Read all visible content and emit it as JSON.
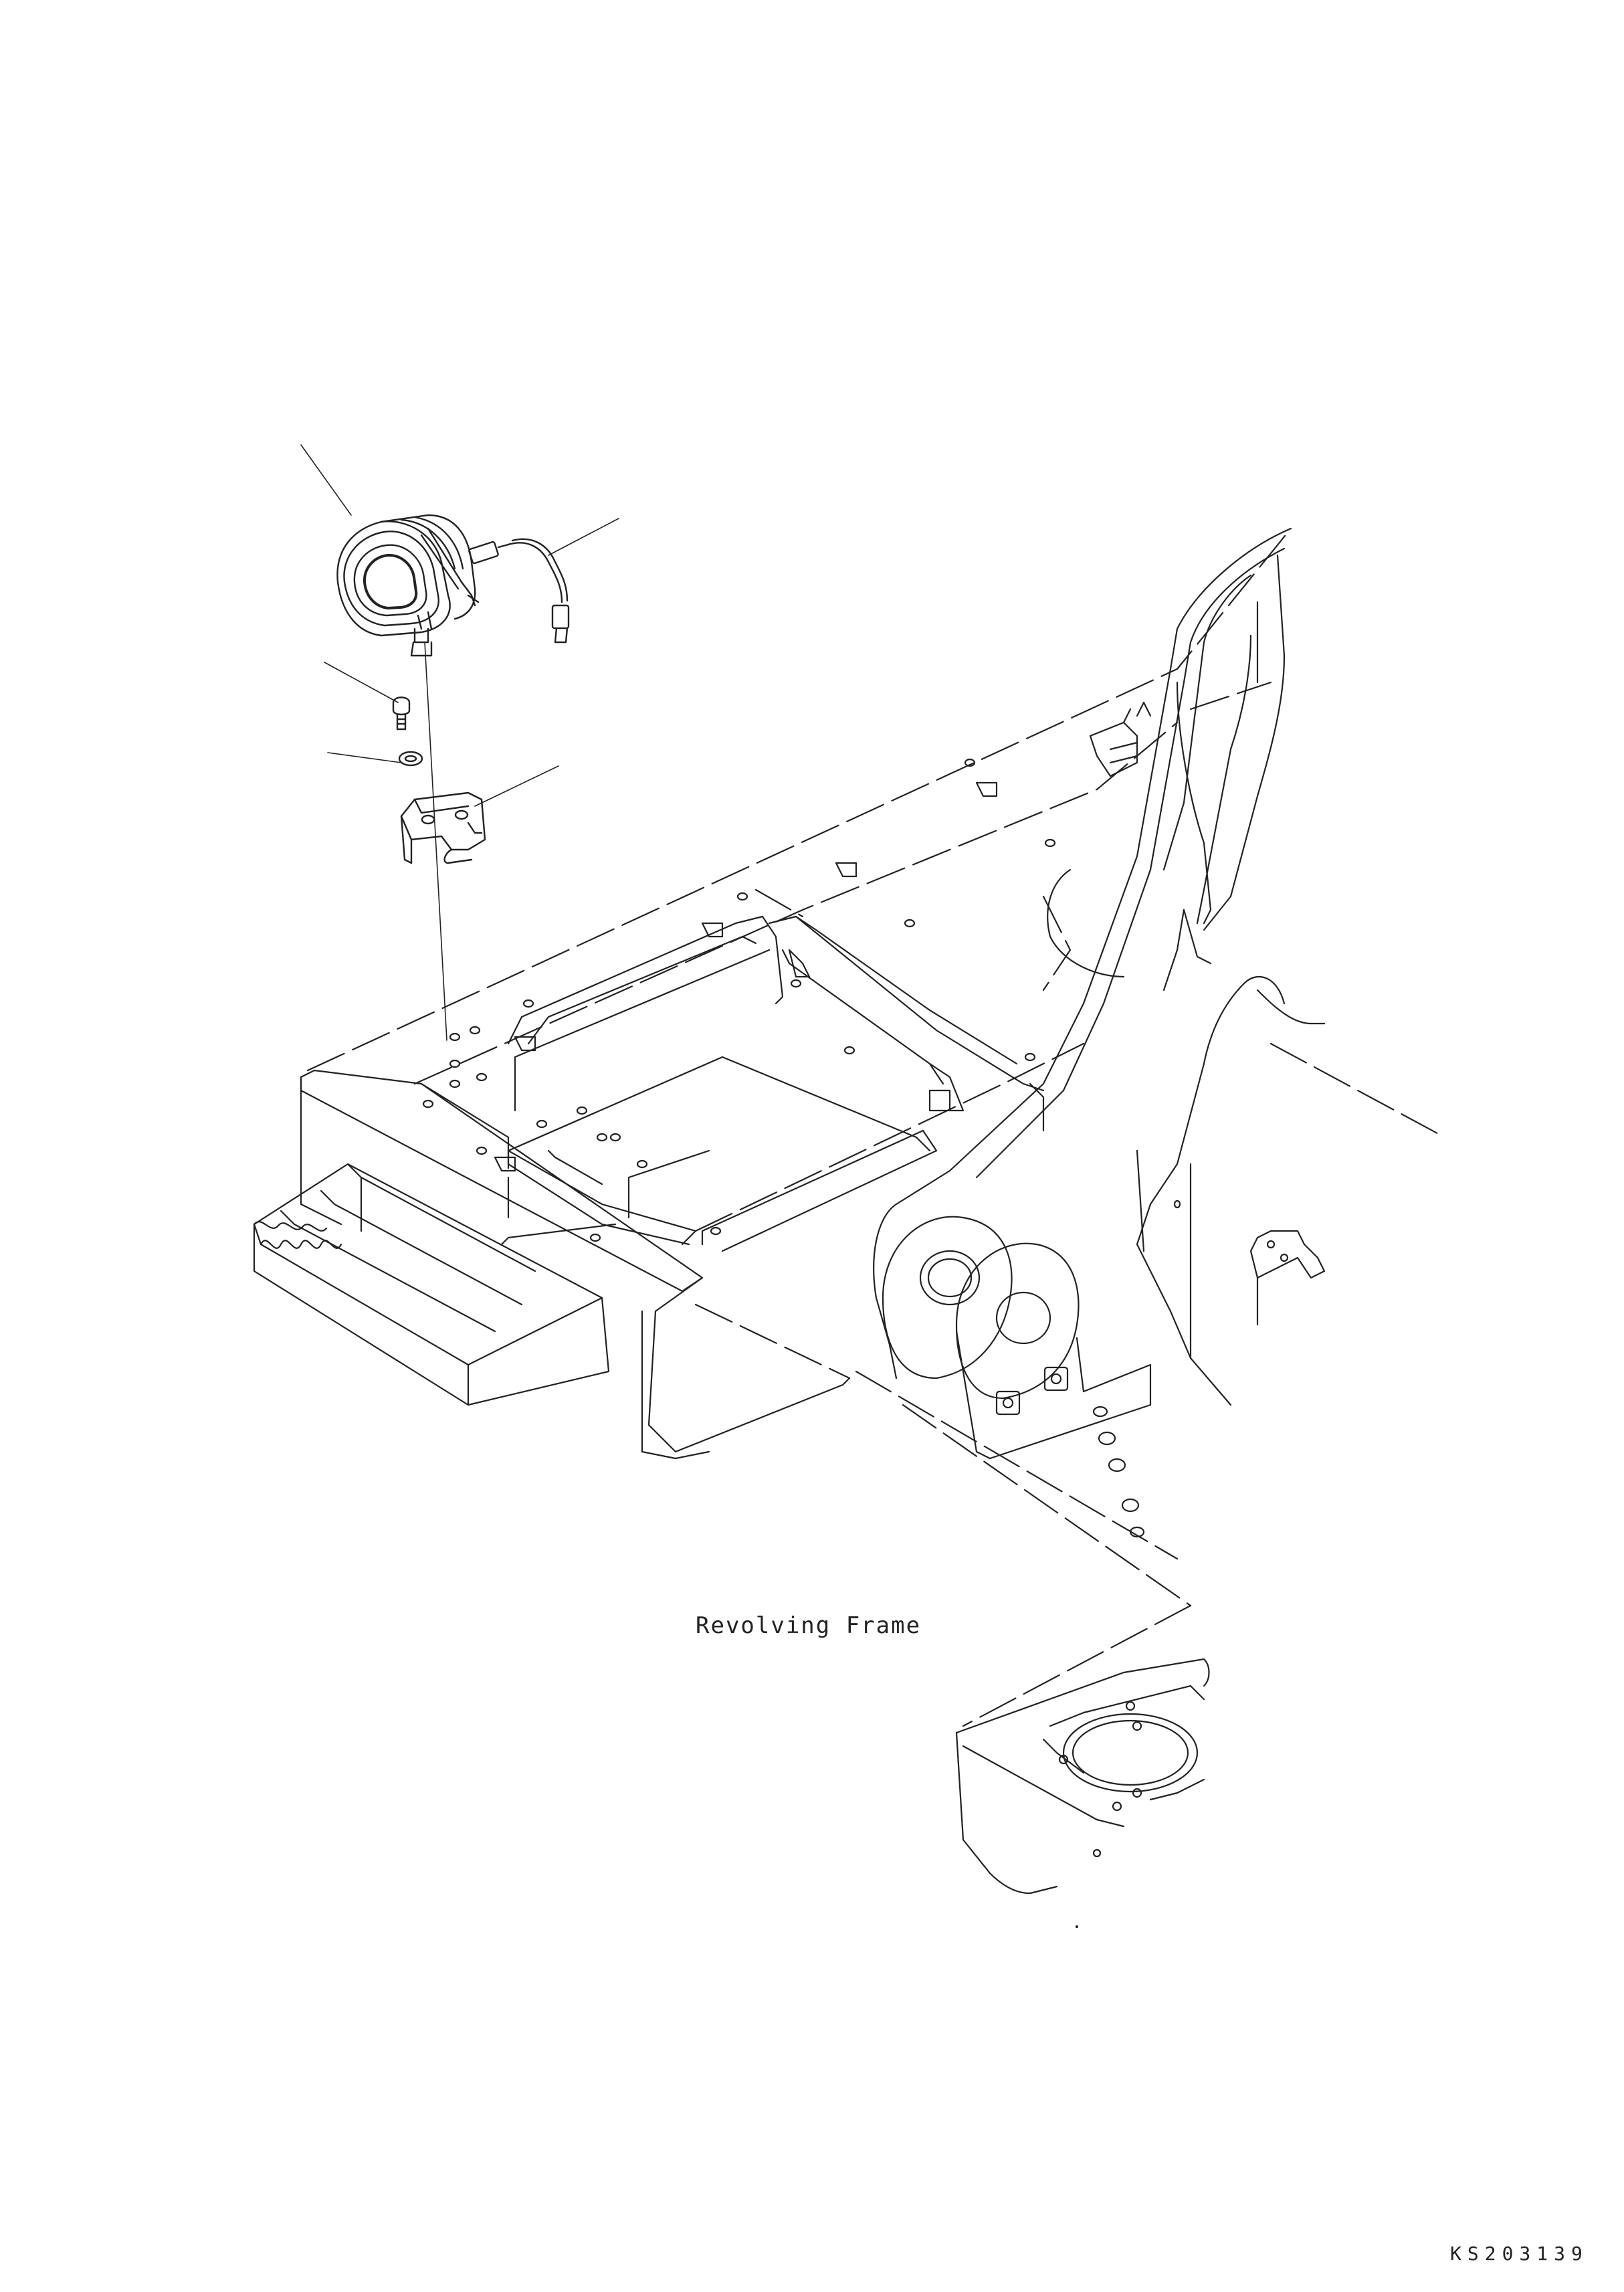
{
  "drawing": {
    "caption": "Revolving Frame",
    "drawing_number": "KS203139"
  },
  "parts": [
    {
      "name": "work-lamp"
    },
    {
      "name": "lamp-wiring-harness"
    },
    {
      "name": "mounting-bolt"
    },
    {
      "name": "washer"
    },
    {
      "name": "lamp-bracket"
    }
  ]
}
